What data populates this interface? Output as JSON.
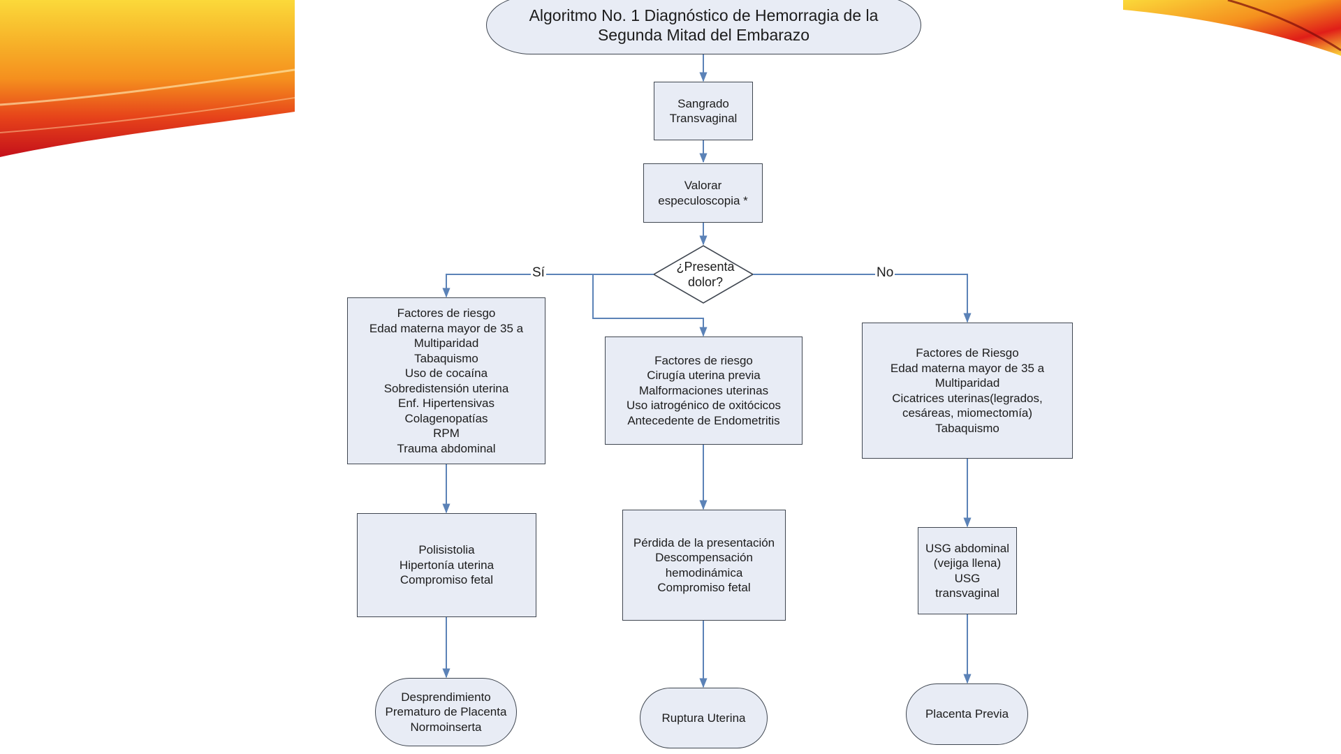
{
  "title": "Algoritmo No. 1  Diagnóstico de Hemorragia de la\nSegunda Mitad del Embarazo",
  "nodes": {
    "sangrado": "Sangrado\nTransvaginal",
    "valorar": "Valorar\nespeculoscopia *",
    "decision": "¿Presenta\ndolor?",
    "left_risk": "Factores  de  riesgo\nEdad materna mayor de 35 a\nMultiparidad\nTabaquismo\nUso de cocaína\nSobredistensión uterina\nEnf. Hipertensivas\nColagenopatías\nRPM\nTrauma abdominal",
    "mid_risk": "Factores de riesgo\nCirugía uterina previa\nMalformaciones uterinas\nUso iatrogénico de oxitócicos\nAntecedente de  Endometritis",
    "right_risk": "Factores de Riesgo\nEdad materna mayor de 35 a\nMultiparidad\nCicatrices uterinas(legrados,\ncesáreas, miomectomía)\nTabaquismo",
    "left_signs": "Polisistolia\nHipertonía uterina\nCompromiso fetal",
    "mid_signs": "Pérdida de la presentación\nDescompensación\nhemodinámica\nCompromiso fetal",
    "right_signs": "USG abdominal\n(vejiga llena)\nUSG\ntransvaginal",
    "left_dx": "Desprendimiento\nPrematuro de Placenta\nNormoinserta",
    "mid_dx": "Ruptura Uterina",
    "right_dx": "Placenta Previa"
  },
  "branch_labels": {
    "yes": "Sí",
    "no": "No"
  },
  "colors": {
    "box_fill": "#e8ecf5",
    "box_border": "#3f4650",
    "connector": "#5b82b7",
    "swoosh_red": "#e01e18",
    "swoosh_orange": "#f5901e",
    "swoosh_yellow": "#fbd93a"
  }
}
